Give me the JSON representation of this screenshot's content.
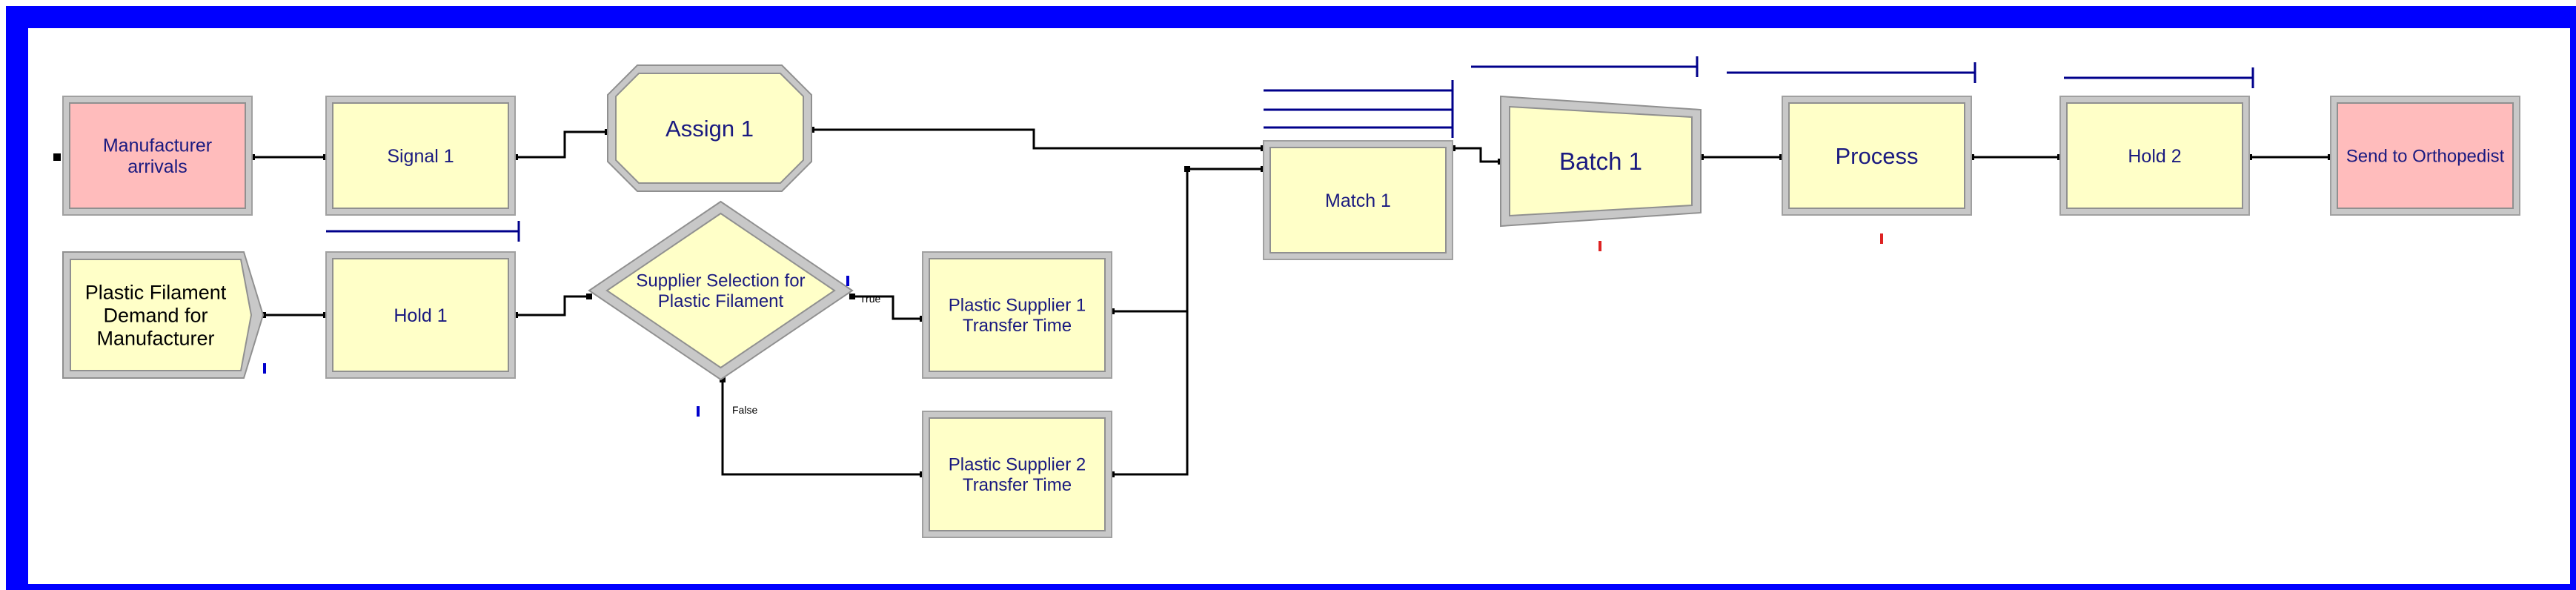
{
  "diagram": {
    "colors": {
      "frame": "#0000ff",
      "module_fill": "#ffffc8",
      "terminal_fill": "#ffbcbc",
      "module_border": "#808080",
      "connector": "#000000",
      "queue_line": "#00008b",
      "animation_marker": "#0000cc",
      "red_marker": "#dd2222"
    },
    "modules": [
      {
        "id": "manufacturer-arrivals",
        "label": "Manufacturer arrivals",
        "lines": [
          "Manufacturer",
          "arrivals"
        ],
        "shape": "create",
        "style": "terminal"
      },
      {
        "id": "signal-1",
        "label": "Signal 1",
        "lines": [
          "Signal 1"
        ],
        "shape": "process"
      },
      {
        "id": "assign-1",
        "label": "Assign 1",
        "lines": [
          "Assign 1"
        ],
        "shape": "assign"
      },
      {
        "id": "plastic-filament-demand",
        "label": "Plastic Filament Demand for Manufacturer",
        "lines": [
          "Plastic Filament",
          "Demand for",
          "Manufacturer"
        ],
        "shape": "create-arrow"
      },
      {
        "id": "hold-1",
        "label": "Hold 1",
        "lines": [
          "Hold 1"
        ],
        "shape": "process"
      },
      {
        "id": "supplier-selection",
        "label": "Supplier Selection for Plastic Filament",
        "lines": [
          "Supplier Selection for",
          "Plastic Filament"
        ],
        "shape": "decide"
      },
      {
        "id": "plastic-supplier-1",
        "label": "Plastic Supplier 1 Transfer Time",
        "lines": [
          "Plastic Supplier 1",
          "Transfer Time"
        ],
        "shape": "process"
      },
      {
        "id": "plastic-supplier-2",
        "label": "Plastic Supplier 2 Transfer Time",
        "lines": [
          "Plastic Supplier 2",
          "Transfer Time"
        ],
        "shape": "process"
      },
      {
        "id": "match-1",
        "label": "Match 1",
        "lines": [
          "Match 1"
        ],
        "shape": "process"
      },
      {
        "id": "batch-1",
        "label": "Batch 1",
        "lines": [
          "Batch 1"
        ],
        "shape": "batch"
      },
      {
        "id": "process",
        "label": "Process",
        "lines": [
          "Process"
        ],
        "shape": "process"
      },
      {
        "id": "hold-2",
        "label": "Hold 2",
        "lines": [
          "Hold 2"
        ],
        "shape": "process"
      },
      {
        "id": "send-to-orthopedist",
        "label": "Send to Orthopedist",
        "lines": [
          "Send to Orthopedist"
        ],
        "shape": "dispose",
        "style": "terminal"
      }
    ],
    "decision_labels": {
      "true": "True",
      "false": "False"
    }
  }
}
